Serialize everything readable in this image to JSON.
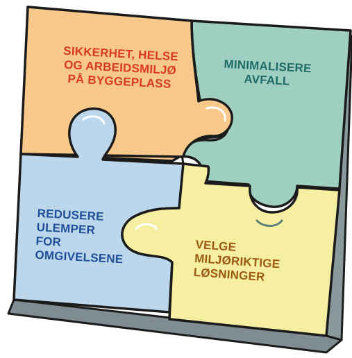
{
  "pieces": {
    "top_left": {
      "lines": [
        "SIKKERHET, HELSE",
        "OG ARBEIDSMILJØ",
        "PÅ BYGGEPLASS"
      ],
      "fill": "#f8c98a",
      "text_color": "#d83a22"
    },
    "top_right": {
      "lines": [
        "MINIMALISERE",
        "AVFALL"
      ],
      "fill": "#9fcfc0",
      "text_color": "#1f6b68"
    },
    "bottom_left": {
      "lines": [
        "REDUSERE",
        "ULEMPER",
        "FOR",
        "OMGIVELSENE"
      ],
      "fill": "#bcd7ec",
      "text_color": "#1f4f98"
    },
    "bottom_right": {
      "lines": [
        "VELGE",
        "MILJØRIKTIGE",
        "LØSNINGER"
      ],
      "fill": "#f6eea0",
      "text_color": "#9a5a12"
    }
  },
  "colors": {
    "outline": "#1b1b1b",
    "edge_shadow": "#6e8088"
  }
}
